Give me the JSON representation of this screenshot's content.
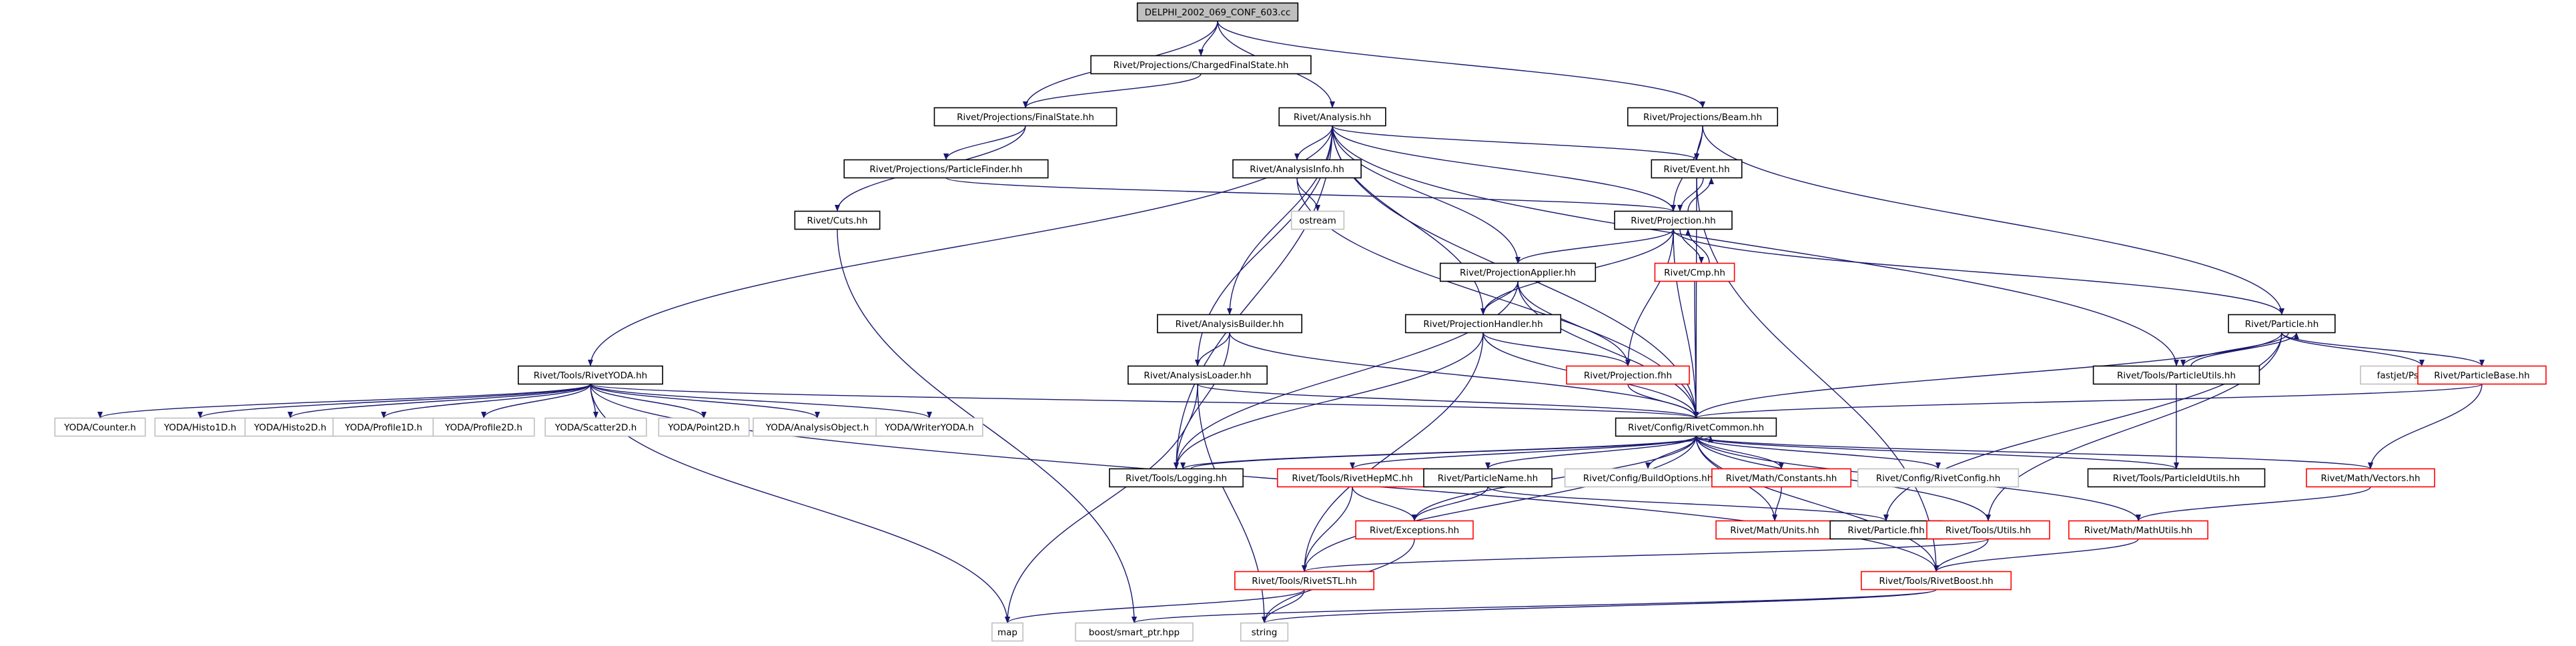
{
  "colors": {
    "root_fill": "#bfbfbf",
    "border_normal": "#000000",
    "border_truncated": "#ff0000",
    "border_external": "#bfbfbf",
    "edge": "#191970"
  },
  "nodes": [
    {
      "id": "root",
      "label": "DELPHI_2002_069_CONF_603.cc",
      "kind": "root"
    },
    {
      "id": "chfs",
      "label": "Rivet/Projections/ChargedFinalState.hh",
      "kind": "normal"
    },
    {
      "id": "fs",
      "label": "Rivet/Projections/FinalState.hh",
      "kind": "normal"
    },
    {
      "id": "analysis",
      "label": "Rivet/Analysis.hh",
      "kind": "normal"
    },
    {
      "id": "beam",
      "label": "Rivet/Projections/Beam.hh",
      "kind": "normal"
    },
    {
      "id": "pf",
      "label": "Rivet/Projections/ParticleFinder.hh",
      "kind": "normal"
    },
    {
      "id": "ainfo",
      "label": "Rivet/AnalysisInfo.hh",
      "kind": "normal"
    },
    {
      "id": "event",
      "label": "Rivet/Event.hh",
      "kind": "normal"
    },
    {
      "id": "cuts",
      "label": "Rivet/Cuts.hh",
      "kind": "normal"
    },
    {
      "id": "ostream",
      "label": "ostream",
      "kind": "external"
    },
    {
      "id": "proj",
      "label": "Rivet/Projection.hh",
      "kind": "normal"
    },
    {
      "id": "cmp",
      "label": "Rivet/Cmp.hh",
      "kind": "truncated"
    },
    {
      "id": "papp",
      "label": "Rivet/ProjectionApplier.hh",
      "kind": "normal"
    },
    {
      "id": "particle",
      "label": "Rivet/Particle.hh",
      "kind": "normal"
    },
    {
      "id": "abuild",
      "label": "Rivet/AnalysisBuilder.hh",
      "kind": "normal"
    },
    {
      "id": "phandler",
      "label": "Rivet/ProjectionHandler.hh",
      "kind": "normal"
    },
    {
      "id": "ryoda",
      "label": "Rivet/Tools/RivetYODA.hh",
      "kind": "normal"
    },
    {
      "id": "aloader",
      "label": "Rivet/AnalysisLoader.hh",
      "kind": "normal"
    },
    {
      "id": "projfhh",
      "label": "Rivet/Projection.fhh",
      "kind": "truncated"
    },
    {
      "id": "pu",
      "label": "Rivet/Tools/ParticleUtils.hh",
      "kind": "normal"
    },
    {
      "id": "fastjet",
      "label": "fastjet/PseudoJet.hh",
      "kind": "external"
    },
    {
      "id": "pbase",
      "label": "Rivet/ParticleBase.hh",
      "kind": "truncated"
    },
    {
      "id": "counter",
      "label": "YODA/Counter.h",
      "kind": "external"
    },
    {
      "id": "h1d",
      "label": "YODA/Histo1D.h",
      "kind": "external"
    },
    {
      "id": "h2d",
      "label": "YODA/Histo2D.h",
      "kind": "external"
    },
    {
      "id": "p1d",
      "label": "YODA/Profile1D.h",
      "kind": "external"
    },
    {
      "id": "p2d",
      "label": "YODA/Profile2D.h",
      "kind": "external"
    },
    {
      "id": "s2d",
      "label": "YODA/Scatter2D.h",
      "kind": "external"
    },
    {
      "id": "pt2d",
      "label": "YODA/Point2D.h",
      "kind": "external"
    },
    {
      "id": "ao",
      "label": "YODA/AnalysisObject.h",
      "kind": "external"
    },
    {
      "id": "writer",
      "label": "YODA/WriterYODA.h",
      "kind": "external"
    },
    {
      "id": "common",
      "label": "Rivet/Config/RivetCommon.hh",
      "kind": "normal"
    },
    {
      "id": "logging",
      "label": "Rivet/Tools/Logging.hh",
      "kind": "normal"
    },
    {
      "id": "hepmc",
      "label": "Rivet/Tools/RivetHepMC.hh",
      "kind": "truncated"
    },
    {
      "id": "pname",
      "label": "Rivet/ParticleName.hh",
      "kind": "normal"
    },
    {
      "id": "buildopt",
      "label": "Rivet/Config/BuildOptions.hh",
      "kind": "external"
    },
    {
      "id": "mconst",
      "label": "Rivet/Math/Constants.hh",
      "kind": "truncated"
    },
    {
      "id": "rconfig",
      "label": "Rivet/Config/RivetConfig.hh",
      "kind": "external"
    },
    {
      "id": "piu",
      "label": "Rivet/Tools/ParticleIdUtils.hh",
      "kind": "normal"
    },
    {
      "id": "vectors",
      "label": "Rivet/Math/Vectors.hh",
      "kind": "truncated"
    },
    {
      "id": "exceptions",
      "label": "Rivet/Exceptions.hh",
      "kind": "truncated"
    },
    {
      "id": "munits",
      "label": "Rivet/Math/Units.hh",
      "kind": "truncated"
    },
    {
      "id": "pfhh",
      "label": "Rivet/Particle.fhh",
      "kind": "normal"
    },
    {
      "id": "utils",
      "label": "Rivet/Tools/Utils.hh",
      "kind": "truncated"
    },
    {
      "id": "mathutils",
      "label": "Rivet/Math/MathUtils.hh",
      "kind": "truncated"
    },
    {
      "id": "stl",
      "label": "Rivet/Tools/RivetSTL.hh",
      "kind": "truncated"
    },
    {
      "id": "boost",
      "label": "Rivet/Tools/RivetBoost.hh",
      "kind": "truncated"
    },
    {
      "id": "map",
      "label": "map",
      "kind": "external"
    },
    {
      "id": "smartptr",
      "label": "boost/smart_ptr.hpp",
      "kind": "external"
    },
    {
      "id": "string",
      "label": "string",
      "kind": "external"
    }
  ],
  "edges": [
    [
      "root",
      "chfs"
    ],
    [
      "root",
      "fs"
    ],
    [
      "root",
      "analysis"
    ],
    [
      "root",
      "beam"
    ],
    [
      "chfs",
      "fs"
    ],
    [
      "fs",
      "pf"
    ],
    [
      "fs",
      "cuts"
    ],
    [
      "pf",
      "proj"
    ],
    [
      "cuts",
      "smartptr"
    ],
    [
      "analysis",
      "ainfo"
    ],
    [
      "analysis",
      "event"
    ],
    [
      "analysis",
      "proj"
    ],
    [
      "analysis",
      "papp"
    ],
    [
      "analysis",
      "phandler"
    ],
    [
      "analysis",
      "abuild"
    ],
    [
      "analysis",
      "aloader"
    ],
    [
      "analysis",
      "ryoda"
    ],
    [
      "analysis",
      "logging"
    ],
    [
      "analysis",
      "common"
    ],
    [
      "analysis",
      "pu"
    ],
    [
      "beam",
      "event"
    ],
    [
      "beam",
      "proj"
    ],
    [
      "beam",
      "particle"
    ],
    [
      "ainfo",
      "ostream"
    ],
    [
      "ainfo",
      "common"
    ],
    [
      "event",
      "proj"
    ],
    [
      "event",
      "common"
    ],
    [
      "event",
      "boost"
    ],
    [
      "proj",
      "event"
    ],
    [
      "proj",
      "cmp"
    ],
    [
      "proj",
      "papp"
    ],
    [
      "proj",
      "phandler"
    ],
    [
      "proj",
      "projfhh"
    ],
    [
      "proj",
      "common"
    ],
    [
      "proj",
      "particle"
    ],
    [
      "cmp",
      "proj"
    ],
    [
      "cmp",
      "common"
    ],
    [
      "papp",
      "phandler"
    ],
    [
      "papp",
      "projfhh"
    ],
    [
      "papp",
      "logging"
    ],
    [
      "papp",
      "common"
    ],
    [
      "phandler",
      "projfhh"
    ],
    [
      "phandler",
      "common"
    ],
    [
      "phandler",
      "logging"
    ],
    [
      "phandler",
      "stl"
    ],
    [
      "abuild",
      "aloader"
    ],
    [
      "abuild",
      "logging"
    ],
    [
      "abuild",
      "common"
    ],
    [
      "aloader",
      "common"
    ],
    [
      "aloader",
      "map"
    ],
    [
      "aloader",
      "string"
    ],
    [
      "particle",
      "pu"
    ],
    [
      "particle",
      "fastjet"
    ],
    [
      "particle",
      "pbase"
    ],
    [
      "particle",
      "common"
    ],
    [
      "particle",
      "pfhh"
    ],
    [
      "particle",
      "utils"
    ],
    [
      "pu",
      "particle"
    ],
    [
      "pu",
      "piu"
    ],
    [
      "pbase",
      "common"
    ],
    [
      "pbase",
      "vectors"
    ],
    [
      "ryoda",
      "counter"
    ],
    [
      "ryoda",
      "h1d"
    ],
    [
      "ryoda",
      "h2d"
    ],
    [
      "ryoda",
      "p1d"
    ],
    [
      "ryoda",
      "p2d"
    ],
    [
      "ryoda",
      "s2d"
    ],
    [
      "ryoda",
      "pt2d"
    ],
    [
      "ryoda",
      "ao"
    ],
    [
      "ryoda",
      "writer"
    ],
    [
      "ryoda",
      "common"
    ],
    [
      "ryoda",
      "boost"
    ],
    [
      "ryoda",
      "map"
    ],
    [
      "projfhh",
      "common"
    ],
    [
      "common",
      "logging"
    ],
    [
      "common",
      "hepmc"
    ],
    [
      "common",
      "pname"
    ],
    [
      "common",
      "buildopt"
    ],
    [
      "common",
      "mconst"
    ],
    [
      "common",
      "rconfig"
    ],
    [
      "common",
      "piu"
    ],
    [
      "common",
      "vectors"
    ],
    [
      "common",
      "exceptions"
    ],
    [
      "common",
      "munits"
    ],
    [
      "common",
      "utils"
    ],
    [
      "common",
      "mathutils"
    ],
    [
      "common",
      "boost"
    ],
    [
      "common",
      "stl"
    ],
    [
      "logging",
      "common"
    ],
    [
      "hepmc",
      "exceptions"
    ],
    [
      "hepmc",
      "stl"
    ],
    [
      "pname",
      "exceptions"
    ],
    [
      "pname",
      "pfhh"
    ],
    [
      "mconst",
      "munits"
    ],
    [
      "vectors",
      "mathutils"
    ],
    [
      "exceptions",
      "string"
    ],
    [
      "utils",
      "stl"
    ],
    [
      "utils",
      "boost"
    ],
    [
      "mathutils",
      "boost"
    ],
    [
      "stl",
      "map"
    ],
    [
      "stl",
      "string"
    ],
    [
      "boost",
      "smartptr"
    ],
    [
      "boost",
      "string"
    ]
  ]
}
